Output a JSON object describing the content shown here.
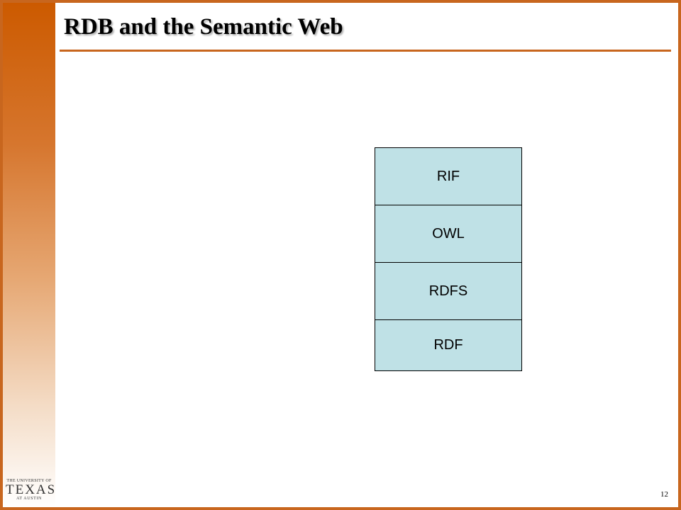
{
  "slide": {
    "title": "RDB and the Semantic Web",
    "page_number": "12"
  },
  "stack": {
    "layers": [
      "RIF",
      "OWL",
      "RDFS",
      "RDF"
    ]
  },
  "logo": {
    "top": "THE UNIVERSITY OF",
    "main": "TEXAS",
    "bottom": "AT AUSTIN"
  },
  "colors": {
    "accent": "#c8661e",
    "sidebar_top": "#cc5a00",
    "layer_fill": "#bfe1e6"
  }
}
